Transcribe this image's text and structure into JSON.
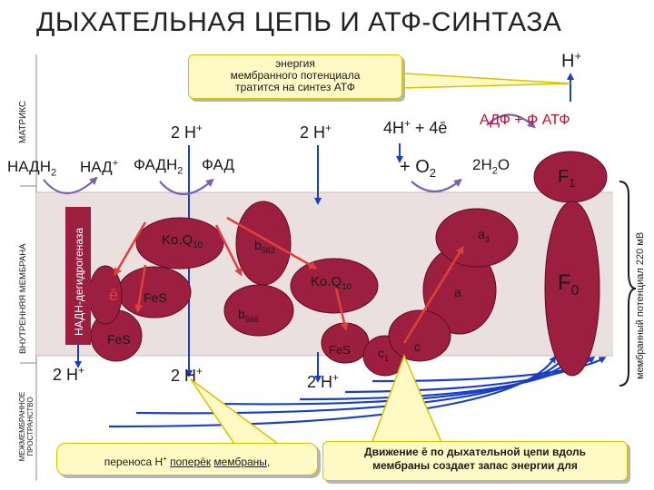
{
  "title": "ДЫХАТЕЛЬНАЯ ЦЕПЬ И АТФ-СИНТАЗА",
  "side_labels": {
    "matrix": "МАТРИКС",
    "inner_membrane": "ВНУТРЕННЯЯ МЕМБРАНА",
    "intermembrane": "МЕЖМЕМБРАННОЕ ПРОСТРАНСТВО",
    "potential": "мембранный потенциал 220 мВ"
  },
  "callout_top": "энергия мембранного потенциала тратится на синтез АТФ",
  "callout_top_lines": [
    "энергия",
    "мембранного потенциала",
    "тратится на синтез АТФ"
  ],
  "callout_bottom_left": "переноса Н+ поперёк мембраны,",
  "callout_bottom_left_parts": [
    "переноса Н",
    "+",
    " ",
    "поперёк",
    " ",
    "мембраны",
    ","
  ],
  "callout_bottom_right": "Движение ē по дыхательной цепи вдоль мембраны создает запас энергии для",
  "callout_bottom_right_lines": [
    "Движение ē по дыхательной цепи вдоль",
    "мембраны создает запас энергии для"
  ],
  "matrix_labels": {
    "nadh2": [
      "НАДН",
      "2"
    ],
    "nad": [
      "НАД",
      "+"
    ],
    "fadh2": [
      "ФАДН",
      "2"
    ],
    "fad": "ФАД",
    "h_top_1": [
      "2 Н",
      "+"
    ],
    "h_top_2": [
      "2 Н",
      "+"
    ],
    "h_top_3": [
      "4Н",
      "+",
      " + 4ē"
    ],
    "o2": [
      "+ О",
      "2"
    ],
    "water": [
      "2Н",
      "2",
      "О"
    ],
    "adp": "АДФ + Ф  АТФ",
    "h_out": [
      "Н",
      "+"
    ]
  },
  "membrane_labels": {
    "nadh_dehydrogenase": "НАДН-дегидрогеназа",
    "koq10_1": [
      "Ko.Q",
      "10"
    ],
    "koq10_2": [
      "Ko.Q",
      "10"
    ],
    "b562": [
      "b",
      "562"
    ],
    "b566": [
      "b",
      "566"
    ],
    "fes_1": "FeS",
    "fes_2": "FeS",
    "fes_3": "FeS",
    "electron": "ē",
    "a3": [
      "a",
      "3"
    ],
    "a": "a",
    "c": "c",
    "c1": [
      "c",
      "1"
    ],
    "f1": [
      "F",
      "1"
    ],
    "f0": [
      "F",
      "0"
    ]
  },
  "ims_labels": {
    "h_bottom_1": [
      "2 Н",
      "+"
    ],
    "h_bottom_2": [
      "2 Н",
      "+"
    ],
    "h_bottom_3": [
      "2 Н",
      "+"
    ]
  },
  "colors": {
    "protein": "#9c1f3f",
    "membrane": "#e9e0df",
    "arrow_blue": "#1a3fc4",
    "arrow_red": "#e0403a",
    "arrow_purple": "#7b5fb0",
    "callout_fill": "#fff9c4"
  }
}
